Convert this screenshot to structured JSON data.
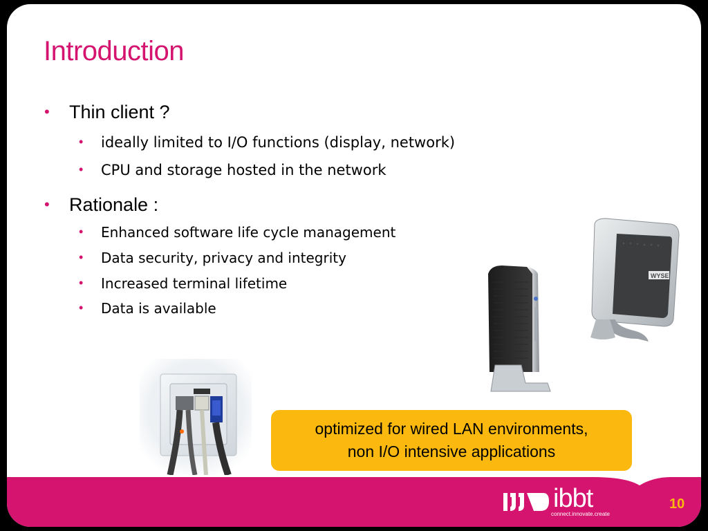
{
  "slide": {
    "title": "Introduction",
    "bullets": [
      {
        "text": "Thin client ?",
        "subs": [
          "ideally limited to I/O functions (display, network)",
          "CPU and storage hosted in the network"
        ]
      },
      {
        "text": "Rationale :",
        "subs": [
          "Enhanced software life cycle management",
          "Data security, privacy and integrity",
          "Increased terminal lifetime",
          "Data is available"
        ]
      }
    ],
    "callout": {
      "line1": "optimized for wired LAN environments,",
      "line2": "non I/O intensive applications"
    },
    "images": {
      "wall_socket": "wall socket with plugged cables photo",
      "thin_client_tower": "black thin client tower photo",
      "thin_client_wyse": "silver WYSE thin client photo"
    },
    "footer": {
      "logo_text": "ibbt",
      "logo_tagline": "connect.innovate.create",
      "page_number": "10"
    },
    "colors": {
      "accent": "#d4146f",
      "callout": "#fbb80f",
      "background": "#000000",
      "card": "#ffffff"
    }
  }
}
